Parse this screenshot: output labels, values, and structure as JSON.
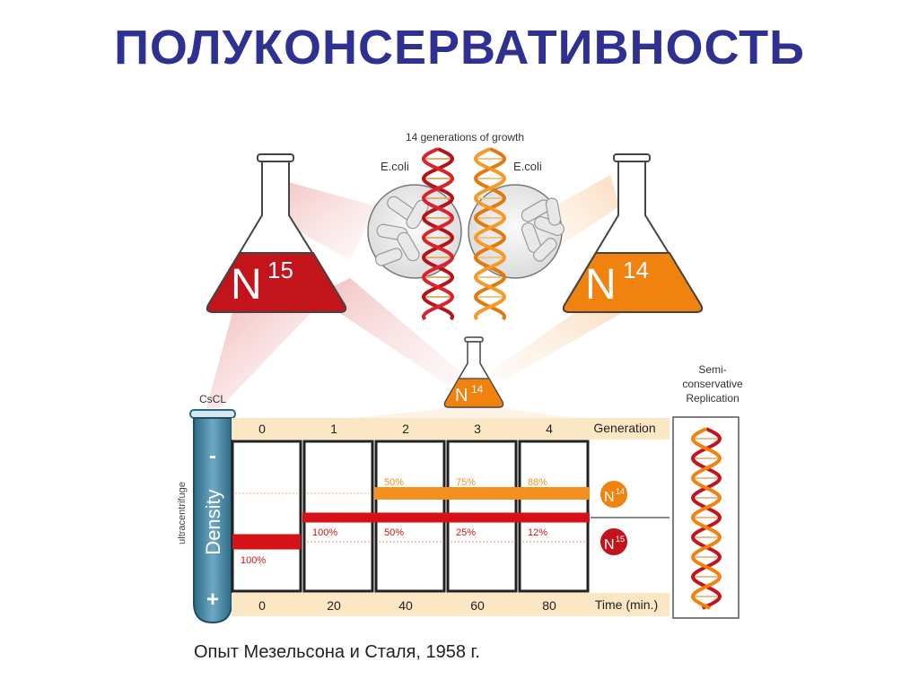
{
  "title": "ПОЛУКОНСЕРВАТИВНОСТЬ",
  "caption": "Опыт Мезельсона и Сталя, 1958 г.",
  "growth": {
    "label": "14 generations of growth",
    "ecoli_left": "E.coli",
    "ecoli_right": "E.coli"
  },
  "flasks": {
    "left": {
      "label": "N",
      "sup": "15",
      "color": "#c3141c"
    },
    "right": {
      "label": "N",
      "sup": "14",
      "color": "#f0820f"
    },
    "small": {
      "label": "N",
      "sup": "14",
      "color": "#f0820f"
    }
  },
  "tube": {
    "label": "CsCL",
    "axis": "Density",
    "minus": "-",
    "plus": "+",
    "side_label": "ultracentrifuge"
  },
  "panel": {
    "generation_label": "Generation",
    "time_label": "Time (min.)",
    "generations": [
      "0",
      "1",
      "2",
      "3",
      "4"
    ],
    "times": [
      "0",
      "20",
      "40",
      "60",
      "80"
    ],
    "columns": [
      {
        "bands": [
          {
            "level": "heavy",
            "label": "100%"
          }
        ]
      },
      {
        "bands": [
          {
            "level": "hybrid",
            "label": "100%"
          }
        ]
      },
      {
        "bands": [
          {
            "level": "light",
            "label": "50%"
          },
          {
            "level": "hybrid",
            "label": "50%"
          }
        ]
      },
      {
        "bands": [
          {
            "level": "light",
            "label": "75%"
          },
          {
            "level": "hybrid",
            "label": "25%"
          }
        ]
      },
      {
        "bands": [
          {
            "level": "light",
            "label": "88%"
          },
          {
            "level": "hybrid",
            "label": "12%"
          }
        ]
      }
    ]
  },
  "markers": {
    "n14": {
      "label": "N",
      "sup": "14",
      "color": "#f0820f"
    },
    "n15": {
      "label": "N",
      "sup": "15",
      "color": "#c3141c"
    }
  },
  "semi": {
    "line1": "Semi-",
    "line2": "conservative",
    "line3": "Replication"
  },
  "colors": {
    "heavy": "#d41218",
    "light": "#f5901e",
    "panel_bg": "#fbe7c4",
    "border": "#222222"
  }
}
